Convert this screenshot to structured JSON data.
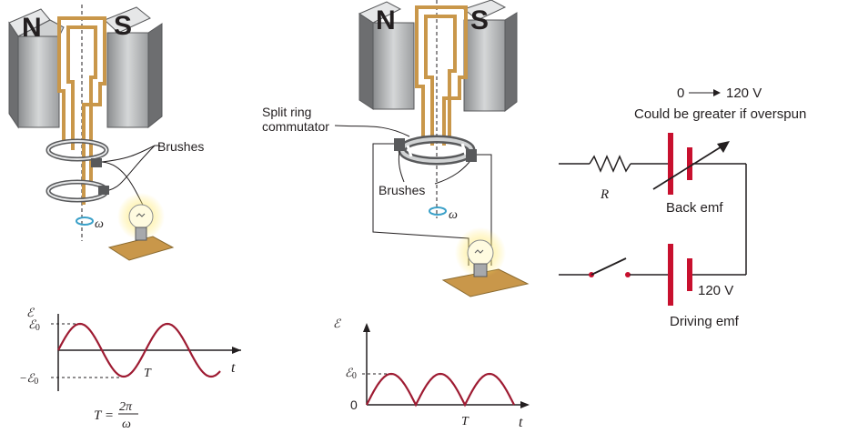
{
  "left_panel": {
    "magnet_n": "N",
    "magnet_s": "S",
    "brushes": "Brushes",
    "omega": "ω",
    "graph": {
      "y_axis": "ℰ",
      "y_pos": "ℰ",
      "y_pos_sub": "0",
      "y_neg_sign": "−",
      "y_neg": "ℰ",
      "y_neg_sub": "0",
      "x_axis": "t",
      "period": "T",
      "period_formula_lhs": "T =",
      "period_formula_num": "2π",
      "period_formula_den": "ω"
    }
  },
  "middle_panel": {
    "magnet_n": "N",
    "magnet_s": "S",
    "split_ring_line1": "Split ring",
    "split_ring_line2": "commutator",
    "brushes": "Brushes",
    "omega": "ω",
    "graph": {
      "y_axis": "ℰ",
      "y_pos": "ℰ",
      "y_pos_sub": "0",
      "origin": "0",
      "x_axis": "t",
      "period": "T"
    }
  },
  "right_panel": {
    "range_from": "0",
    "range_to": "120  V",
    "note": "Could be greater if overspun",
    "resistor": "R",
    "back_emf": "Back emf",
    "driving_voltage": "120  V",
    "driving_emf": "Driving emf"
  },
  "colors": {
    "wire": "#231f20",
    "coil": "#c9974a",
    "battery": "#c8102e",
    "curve": "#9e1b32",
    "rotation": "#3aa0c8",
    "magnet": "#bcbec0"
  }
}
